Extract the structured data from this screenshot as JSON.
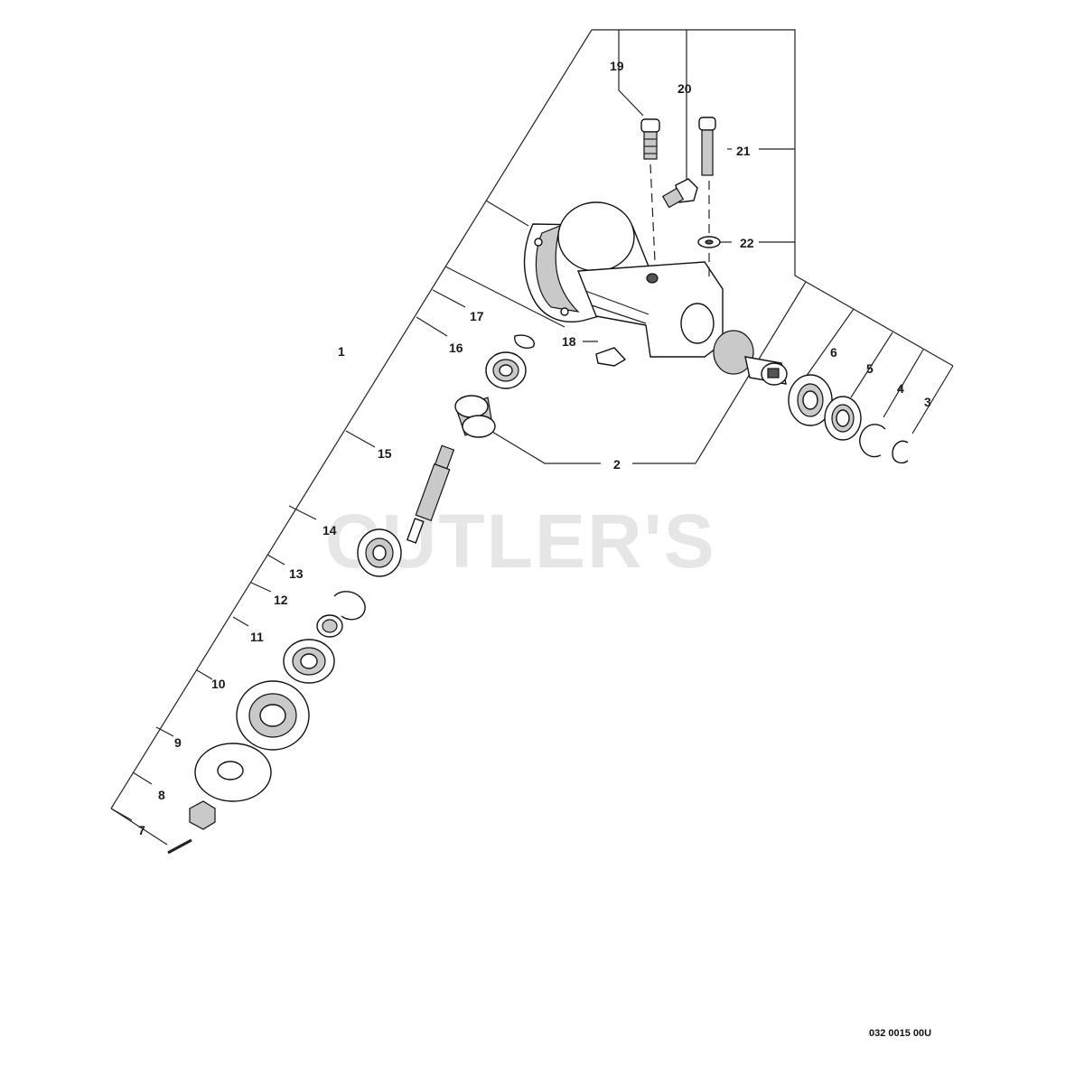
{
  "watermark": "CUTLER'S",
  "document_number": "032 0015 00U",
  "callouts": {
    "c1": "1",
    "c2": "2",
    "c3": "3",
    "c4": "4",
    "c5": "5",
    "c6": "6",
    "c7": "7",
    "c8": "8",
    "c9": "9",
    "c10": "10",
    "c11": "11",
    "c12": "12",
    "c13": "13",
    "c14": "14",
    "c15": "15",
    "c16": "16",
    "c17": "17",
    "c18": "18",
    "c19": "19",
    "c20": "20",
    "c21": "21",
    "c22": "22"
  }
}
